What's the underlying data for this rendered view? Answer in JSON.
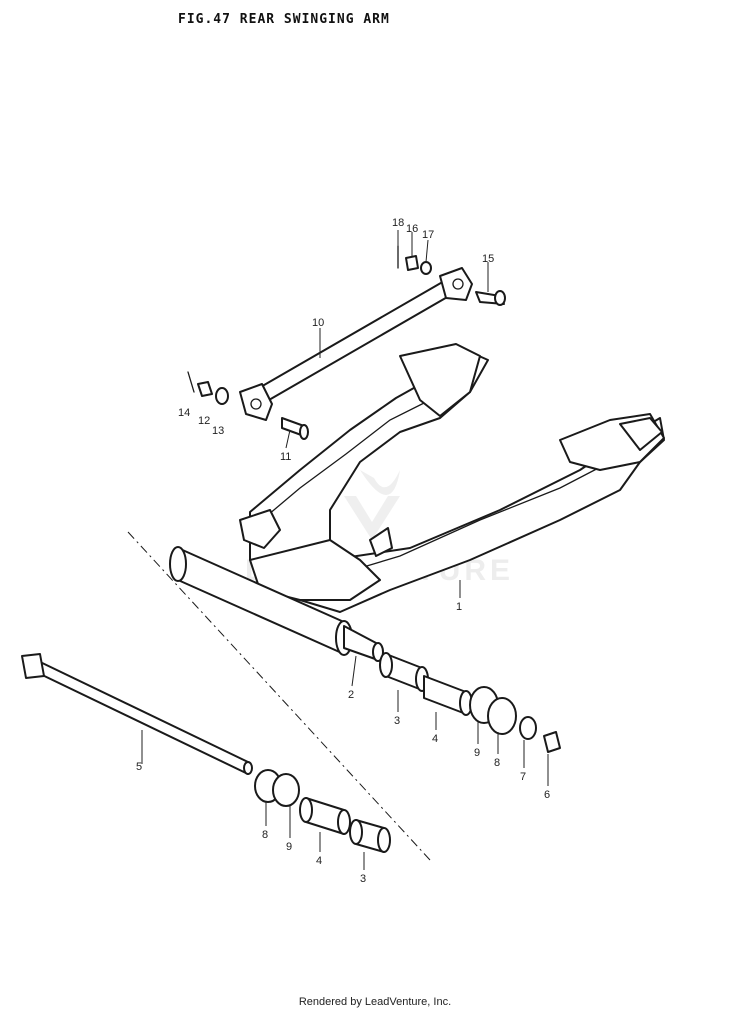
{
  "title": "FIG.47  REAR SWINGING ARM",
  "footer": "Rendered by LeadVenture, Inc.",
  "watermark": "LEADVENTURE",
  "callouts": {
    "c1": "1",
    "c2": "2",
    "c3": "3",
    "c4": "4",
    "c5": "5",
    "c6": "6",
    "c7": "7",
    "c8": "8",
    "c9": "9",
    "c10": "10",
    "c11": "11",
    "c12": "12",
    "c13": "13",
    "c14": "14",
    "c15": "15",
    "c16": "16",
    "c17": "17",
    "c18": "18",
    "c2b": "3",
    "c4b": "4",
    "c8b": "8",
    "c9b": "9"
  },
  "colors": {
    "ink": "#1a1a1a",
    "watermark": "#ededed"
  }
}
